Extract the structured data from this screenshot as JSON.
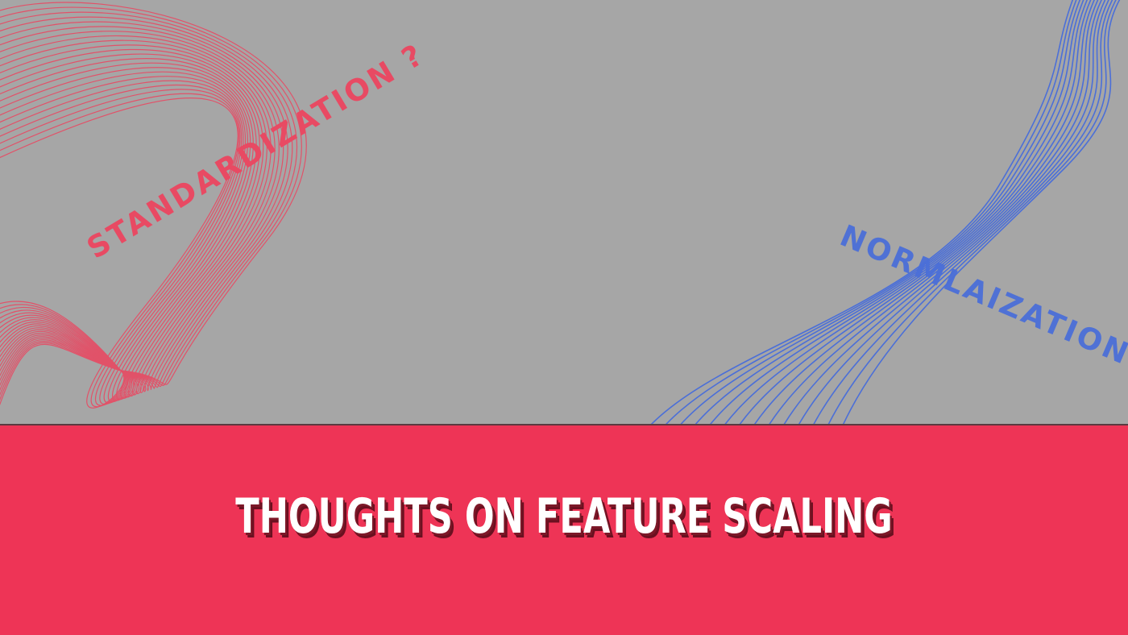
{
  "art": {
    "left_word": "STANDARDIZATION ?",
    "right_word": "NORMLAIZATION ?",
    "left_color": "#e84a63",
    "right_color": "#4b6fd8",
    "left_icon": "wave-lines-red",
    "right_icon": "wave-lines-blue"
  },
  "banner": {
    "title": "THOUGHTS ON FEATURE SCALING",
    "background_color": "#ee3456",
    "text_color": "#ffffff"
  }
}
